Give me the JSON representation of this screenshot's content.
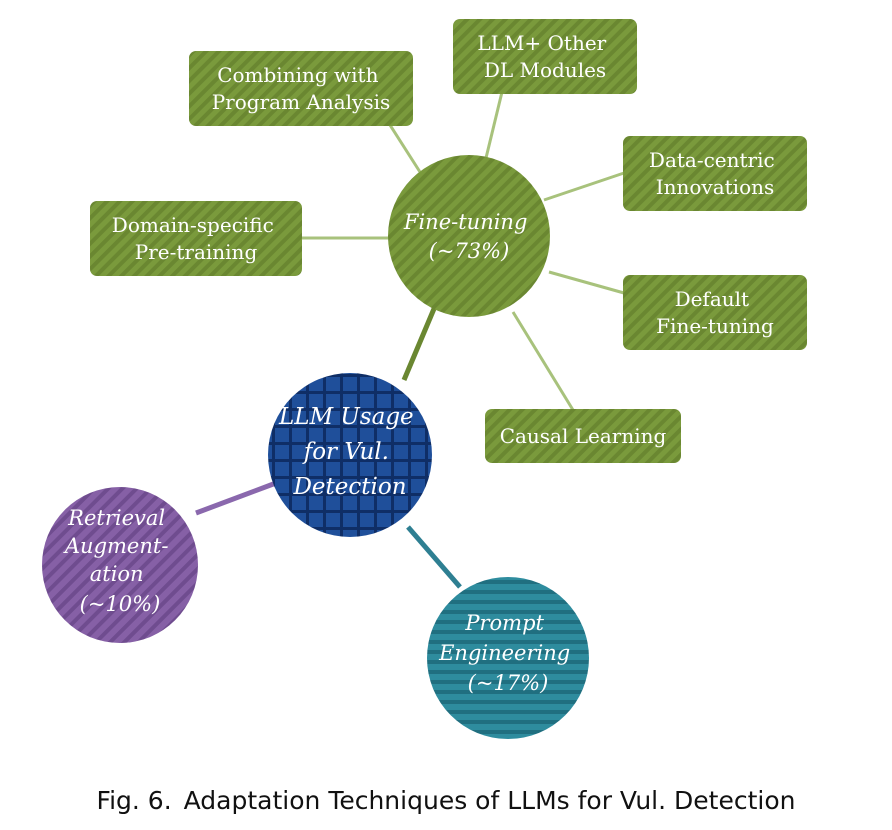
{
  "diagram": {
    "center": {
      "lines": [
        "LLM Usage",
        "for Vul.",
        "Detection"
      ]
    },
    "fine_tuning": {
      "lines": [
        "Fine-tuning",
        "(~73%)"
      ],
      "children": [
        {
          "id": "program-analysis",
          "lines": [
            "Combining with",
            "Program Analysis"
          ]
        },
        {
          "id": "llm-other-dl",
          "lines": [
            "LLM+ Other",
            "DL Modules"
          ]
        },
        {
          "id": "data-centric",
          "lines": [
            "Data-centric",
            "Innovations"
          ]
        },
        {
          "id": "domain-pretraining",
          "lines": [
            "Domain-specific",
            "Pre-training"
          ]
        },
        {
          "id": "default-finetuning",
          "lines": [
            "Default",
            "Fine-tuning"
          ]
        },
        {
          "id": "causal-learning",
          "lines": [
            "Causal Learning"
          ]
        }
      ]
    },
    "retrieval": {
      "lines": [
        "Retrieval",
        "Augment-",
        "ation",
        "(~10%)"
      ]
    },
    "prompt": {
      "lines": [
        "Prompt",
        "Engineering",
        "(~17%)"
      ]
    }
  },
  "colors": {
    "green": "#7a9a3c",
    "green_stripe": "#6a8731",
    "blue": "#1f4f9a",
    "blue_grid": "#0f2e66",
    "purple": "#8660a6",
    "purple_stripe": "#6f4c8f",
    "teal": "#2e8c9e",
    "teal_stripe": "#206f80",
    "link_green": "#a8c27c",
    "link_purple": "#8a68ad",
    "link_teal": "#2e7f92"
  },
  "caption": {
    "label": "Fig. 6.",
    "text": "Adaptation Techniques of LLMs for Vul. Detection"
  }
}
